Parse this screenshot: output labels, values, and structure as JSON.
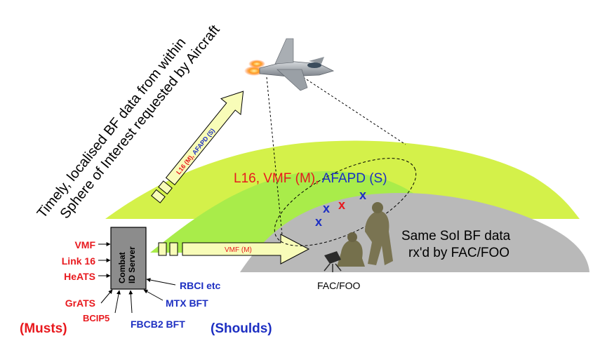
{
  "headline": {
    "line1": "Timely, localised BF data from within",
    "line2": "Sphere of Interest requested by Aircraft"
  },
  "up_arrow_label": {
    "musts": "L16 (M), ",
    "shoulds": "AFAPD (S)"
  },
  "air_links": {
    "musts": "L16, VMF (M), ",
    "shoulds": "AFAPD (S)"
  },
  "server": {
    "line1": "Combat",
    "line2": "ID Server"
  },
  "ground_arrow_label": "VMF (M)",
  "fac_note": {
    "line1": "Same SoI BF data",
    "line2": "rx'd by FAC/FOO"
  },
  "fac_label": "FAC/FOO",
  "markers": {
    "blue": "x",
    "red": "x"
  },
  "inputs": {
    "must": [
      "VMF",
      "Link 16",
      "HeATS",
      "GrATS",
      "BCIP5"
    ],
    "should": [
      "RBCI etc",
      "MTX BFT",
      "FBCB2 BFT"
    ]
  },
  "legend": {
    "musts": "(Musts)",
    "shoulds": "(Shoulds)"
  },
  "colors": {
    "must": "#e8191e",
    "should": "#1d2fc2",
    "hill_back": "#d4f14a",
    "hill_mid": "#a9ec4a",
    "hill_front": "#b9b9b9",
    "arrow_fill": "#f8fcb8",
    "server_fill": "#8c8c8c"
  }
}
